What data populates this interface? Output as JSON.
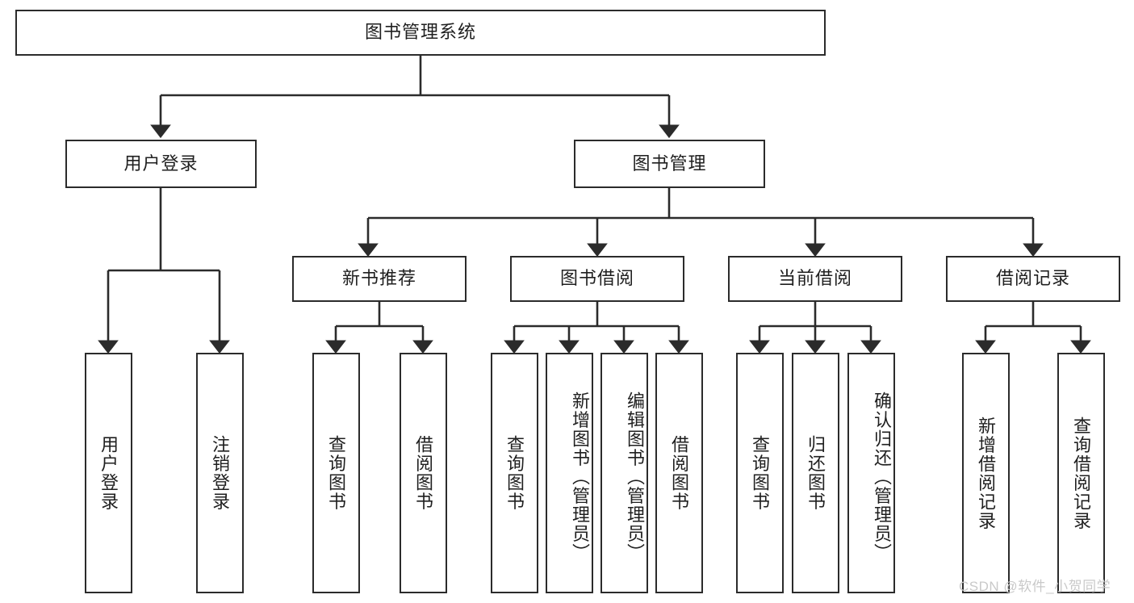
{
  "diagram": {
    "type": "tree",
    "title_node": {
      "label": "图书管理系统"
    },
    "level2": [
      {
        "id": "user-login",
        "label": "用户登录"
      },
      {
        "id": "book-management",
        "label": "图书管理"
      }
    ],
    "level3": [
      {
        "id": "new-book-recommend",
        "label": "新书推荐"
      },
      {
        "id": "book-borrow",
        "label": "图书借阅"
      },
      {
        "id": "current-borrow",
        "label": "当前借阅"
      },
      {
        "id": "borrow-record",
        "label": "借阅记录"
      }
    ],
    "leaves": [
      {
        "id": "leaf-user-login",
        "label": "用户登录",
        "parent": "user-login"
      },
      {
        "id": "leaf-logout",
        "label": "注销登录",
        "parent": "user-login"
      },
      {
        "id": "leaf-query-book-1",
        "label": "查询图书",
        "parent": "new-book-recommend"
      },
      {
        "id": "leaf-borrow-book-1",
        "label": "借阅图书",
        "parent": "new-book-recommend"
      },
      {
        "id": "leaf-query-book-2",
        "label": "查询图书",
        "parent": "book-borrow"
      },
      {
        "id": "leaf-add-book",
        "label": "新增图书（管理员）",
        "parent": "book-borrow"
      },
      {
        "id": "leaf-edit-book",
        "label": "编辑图书（管理员）",
        "parent": "book-borrow"
      },
      {
        "id": "leaf-borrow-book-2",
        "label": "借阅图书",
        "parent": "book-borrow"
      },
      {
        "id": "leaf-query-book-3",
        "label": "查询图书",
        "parent": "current-borrow"
      },
      {
        "id": "leaf-return-book",
        "label": "归还图书",
        "parent": "current-borrow"
      },
      {
        "id": "leaf-confirm-return",
        "label": "确认归还（管理员）",
        "parent": "current-borrow"
      },
      {
        "id": "leaf-add-record",
        "label": "新增借阅记录",
        "parent": "borrow-record"
      },
      {
        "id": "leaf-query-record",
        "label": "查询借阅记录",
        "parent": "borrow-record"
      }
    ],
    "colors": {
      "box_border": "#2b2b2b",
      "box_fill": "#ffffff",
      "connector": "#2b2b2b",
      "text": "#1f1f1f",
      "watermark": "#c9c9c9"
    }
  },
  "watermark": {
    "text": "CSDN @软件_小贺同学"
  }
}
